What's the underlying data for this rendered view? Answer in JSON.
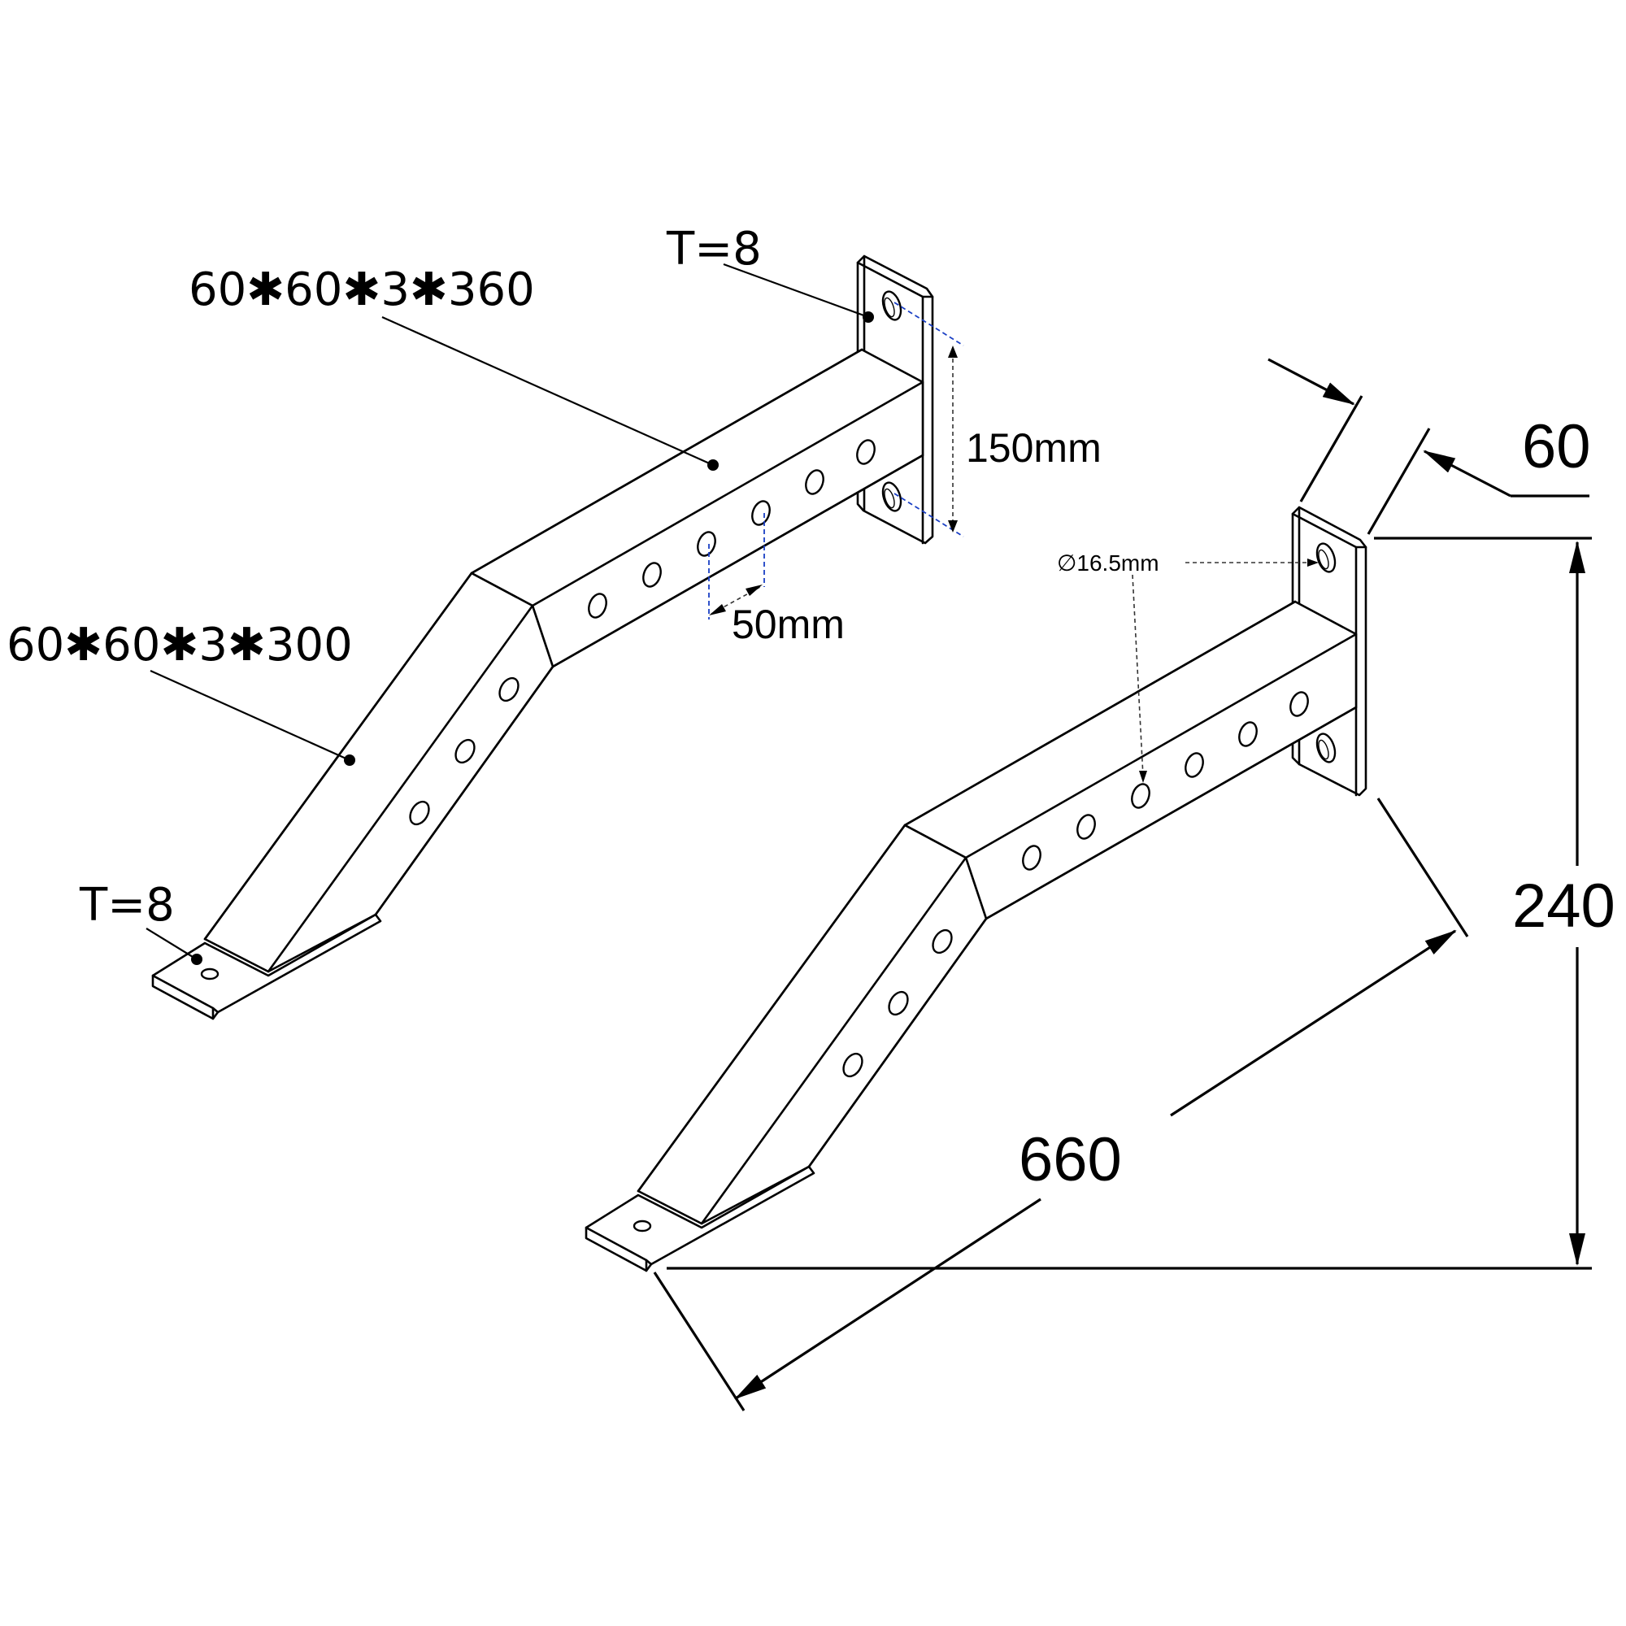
{
  "labels": {
    "tube_upper": "60✱60✱3✱360",
    "tube_lower": "60✱60✱3✱300",
    "plate_top_thickness": "T=8",
    "plate_bottom_thickness": "T=8",
    "hole_spacing_vertical": "150mm",
    "hole_spacing_horizontal": "50mm",
    "hole_diameter": "∅16.5mm",
    "dim_width": "60",
    "dim_height": "240",
    "dim_length": "660"
  }
}
